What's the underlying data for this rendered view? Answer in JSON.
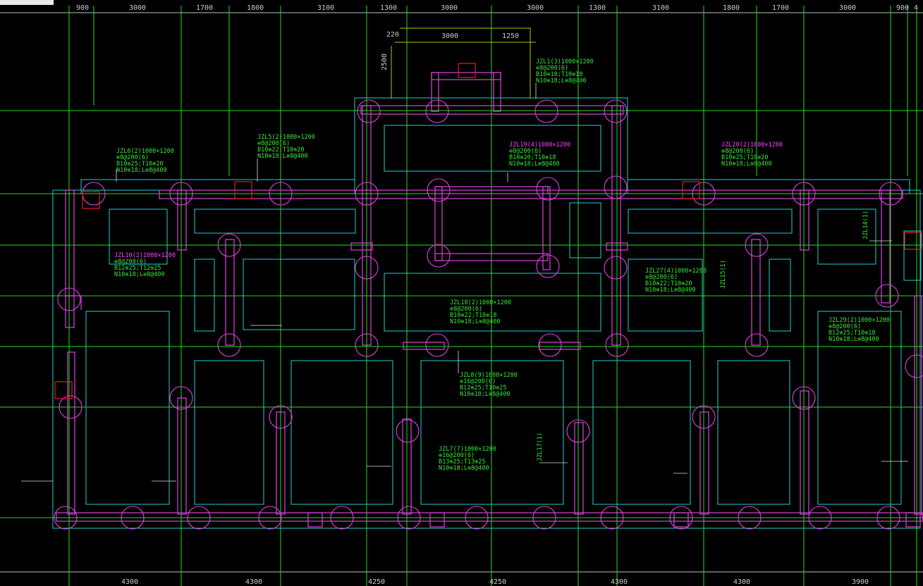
{
  "drawing": {
    "colors": {
      "background": "#000000",
      "grid_line": "#22dd22",
      "beam": "#e040e0",
      "slab_outline": "#20d0d0",
      "dimension_text": "#c8c8c8",
      "label_green": "#35e835",
      "label_magenta": "#ff40ff",
      "marker_red": "#e02020"
    },
    "top_dimensions": [
      "900",
      "3000",
      "1700",
      "1800",
      "3100",
      "1300",
      "3000",
      "3000",
      "1300",
      "3100",
      "1800",
      "1700",
      "3000",
      "900",
      "4"
    ],
    "bottom_dimensions": [
      "4300",
      "4300",
      "4250",
      "4250",
      "4300",
      "4300",
      "3900"
    ],
    "inset_dimensions": {
      "left": "220",
      "middle": "3000",
      "right": "1250",
      "vertical": "2500"
    },
    "beam_labels": [
      {
        "name": "JZL1(3)1000×1200",
        "lines": [
          "⊕8@200(6)",
          "B10⊕18;T10⊕18",
          "N10⊕18;L⊕8@400"
        ]
      },
      {
        "name": "JZL5(2)1000×1200",
        "lines": [
          "⊕8@200(6)",
          "B10⊕22;T10⊕20",
          "N10⊕18;L⊕8@400"
        ]
      },
      {
        "name": "JZL6(2)1000×1200",
        "lines": [
          "⊕8@200(6)",
          "B10⊕25;T10⊕20",
          "N10⊕18;L⊕8@400"
        ]
      },
      {
        "name": "JZL19(4)1000×1200",
        "lines": [
          "⊕8@200(6)",
          "B10⊕20;T10⊕18",
          "N10⊕18;L⊕8@400"
        ]
      },
      {
        "name": "JZL20(2)1000×1200",
        "lines": [
          "⊕8@200(6)",
          "B10⊕25;T10⊕20",
          "N10⊕18;L⊕8@400"
        ]
      },
      {
        "name": "JZL10(2)1000×1200",
        "lines": [
          "⊕8@200(6)",
          "B12⊕25;T12⊕25",
          "N10⊕18;L⊕8@400"
        ]
      },
      {
        "name": "JZL27(4)1000×1200",
        "lines": [
          "⊕8@200(6)",
          "B10⊕22;T10⊕20",
          "N10⊕18;L⊕8@400"
        ]
      },
      {
        "name": "JZL18(2)1000×1200",
        "lines": [
          "⊕8@200(6)",
          "B10⊕22;T10⊕18",
          "N10⊕18;L⊕8@400"
        ]
      },
      {
        "name": "JZL29(2)1000×1200",
        "lines": [
          "⊕8@200(6)",
          "B12⊕25;T10⊕18",
          "N10⊕18;L⊕8@400"
        ]
      },
      {
        "name": "JZL8(9)1000×1200",
        "lines": [
          "⊕16@200(6)",
          "B12⊕25;T10⊕25",
          "N10⊕18;L⊕8@400"
        ]
      },
      {
        "name": "JZL7(7)1000×1200",
        "lines": [
          "⊕16@200(6)",
          "B13⊕25;T13⊕25",
          "N10⊕18;L⊕8@400"
        ]
      }
    ],
    "short_labels": [
      "JZL17(1)",
      "JZL15(1)",
      "JZL14(1)"
    ]
  }
}
